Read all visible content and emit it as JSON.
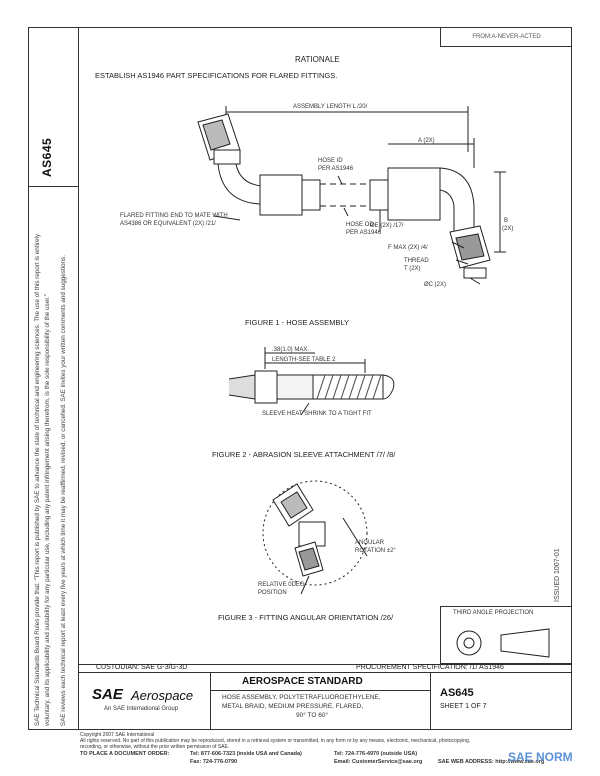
{
  "header": {
    "rev_box": "FROM:A-NEVER-ACTED",
    "rationale_title": "RATIONALE",
    "rationale_text": "ESTABLISH AS1946 PART SPECIFICATIONS FOR FLARED FITTINGS."
  },
  "doc_code": "AS645",
  "side_notice": [
    "SAE Technical Standards Board Rules provide that: \"This report is published by SAE to advance the state of technical and engineering sciences. The use of this report is entirely",
    "voluntary, and its applicability and suitability for any particular use, including any patent infringement arising therefrom, is the sole responsibility of the user.\"",
    "SAE reviews each technical report at least every five years at which time it may be reaffirmed, revised, or cancelled. SAE invites your written comments and suggestions."
  ],
  "figure1": {
    "assembly_length": "ASSEMBLY LENGTH L /20/",
    "dim_a": "A (2X)",
    "hose_id": "HOSE ID",
    "per_as1946_1": "PER AS1946",
    "hose_od": "HOSE OD",
    "per_as1946_2": "PER AS1946",
    "phi_d": "ØE (2X) /17/",
    "flared_1": "FLARED FITTING END TO MATE WITH",
    "flared_2": "AS4386 OR EQUIVALENT (2X) /21/",
    "b_dim": "B",
    "b_2x": "(2X)",
    "f_max": "F MAX (2X) /4/",
    "thread": "THREAD",
    "t_2x": "T (2X)",
    "phi_c": "ØC (2X)",
    "caption": "FIGURE 1 - HOSE ASSEMBLY"
  },
  "figure2": {
    "max": ".38(1.0) MAX.",
    "length": "LENGTH-SEE TABLE 2",
    "sleeve": "SLEEVE HEAT SHRINK TO A TIGHT FIT",
    "caption": "FIGURE 2 - ABRASION SLEEVE ATTACHMENT /7/ /8/"
  },
  "figure3": {
    "angular_1": "ANGULAR",
    "angular_2": "ROTATION ±2°",
    "relative_1": "RELATIVE 0DEG",
    "relative_2": "POSITION",
    "caption": "FIGURE 3 - FITTING ANGULAR ORIENTATION /26/"
  },
  "projection": {
    "label": "THIRD ANGLE PROJECTION",
    "side": "ISSUED 1007-01"
  },
  "title_block": {
    "custodian": "CUSTODIAN: SAE G-3/G-3D",
    "procurement": "PROCUREMENT SPECIFICATION: /1/ AS1946",
    "brand_sae": "SAE",
    "brand_aero": "Aerospace",
    "brand_sub": "An SAE International Group",
    "standard": "AEROSPACE STANDARD",
    "desc_1": "HOSE ASSEMBLY, POLYTETRAFLUOROETHYLENE,",
    "desc_2": "METAL BRAID, MEDIUM PRESSURE, FLARED,",
    "desc_3": "90° TO 60°",
    "doc_no": "AS645",
    "sheet": "SHEET 1 OF 7"
  },
  "footer": {
    "copyright": "Copyright 2007 SAE International",
    "rights": "All rights reserved. No part of this publication may be reproduced, stored in a retrieval system or transmitted, in any form or by any means, electronic, mechanical, photocopying,",
    "rights2": "recording, or otherwise, without the prior written permission of SAE.",
    "order_label": "TO PLACE A DOCUMENT ORDER:",
    "tel1": "Tel: 877-606-7323 (inside USA and Canada)",
    "tel2": "Tel: 724-776-4970 (outside USA)",
    "fax": "Fax: 724-776-0790",
    "email": "Email: CustomerService@sae.org",
    "web": "SAE WEB ADDRESS: http://www.sae.org"
  },
  "watermark": "SAE NORM"
}
